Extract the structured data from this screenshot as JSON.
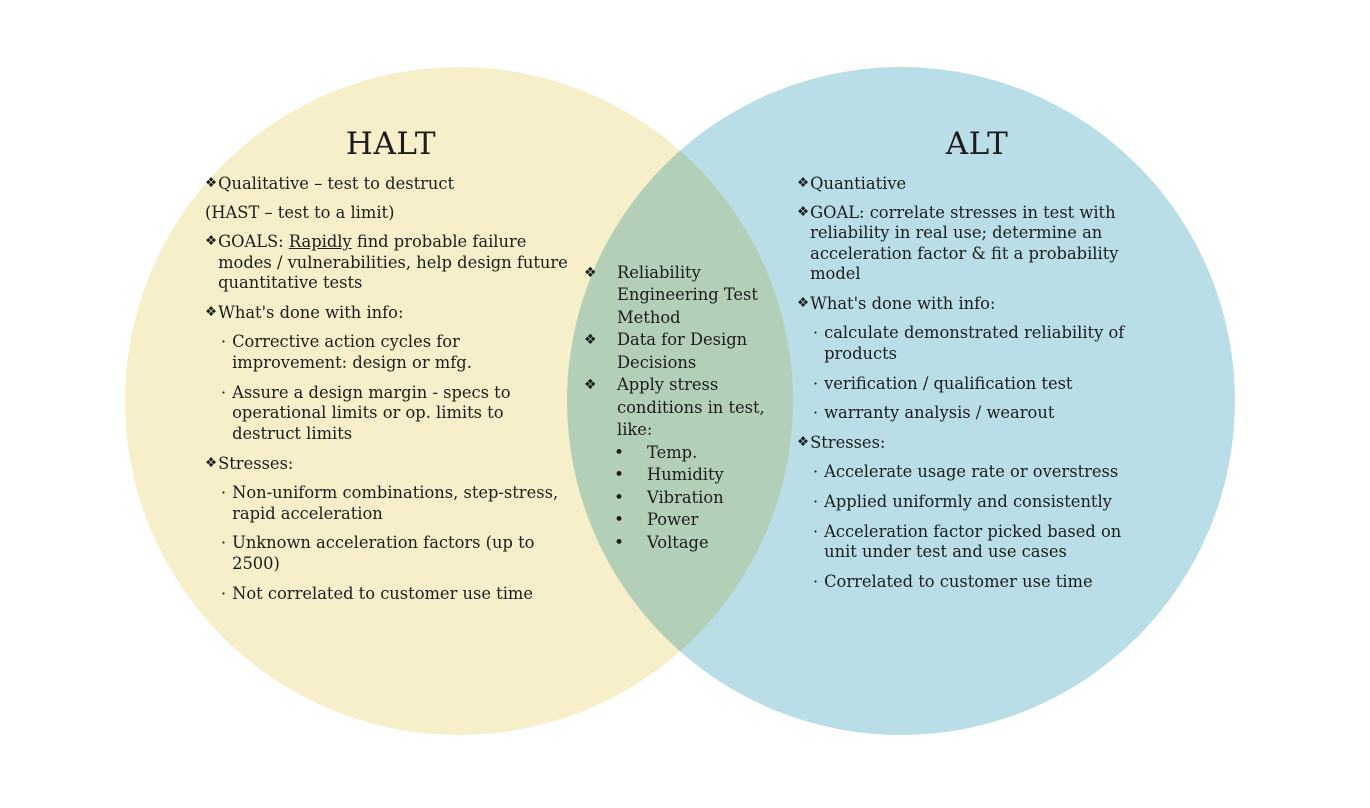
{
  "diagram": {
    "type": "venn",
    "colors": {
      "left_fill": "#f7eeca",
      "right_fill": "#b9dee7",
      "overlap_fill": "#bdd6cd",
      "background": "#ffffff",
      "text": "#1c1c1c"
    },
    "markers": {
      "level1": "❖",
      "level2_side": "·",
      "level2_center": "•"
    }
  },
  "left": {
    "title": "HALT",
    "items": [
      {
        "level": 1,
        "text": "Qualitative – test to destruct"
      },
      {
        "level": 0,
        "text": "(HAST – test to a limit)"
      },
      {
        "level": 1,
        "text": "GOALS: ",
        "underline": "Rapidly",
        "text_after": " find probable failure modes / vulnerabilities, help design future quantitative tests"
      },
      {
        "level": 1,
        "text": "What's done with info:"
      },
      {
        "level": 2,
        "text": "Corrective action cycles for improvement: design or mfg."
      },
      {
        "level": 2,
        "text": "Assure a design margin - specs to operational limits or op. limits to destruct limits"
      },
      {
        "level": 1,
        "text": "Stresses:"
      },
      {
        "level": 2,
        "text": "Non-uniform combinations, step-stress, rapid acceleration"
      },
      {
        "level": 2,
        "text": "Unknown acceleration factors (up to 2500)"
      },
      {
        "level": 2,
        "text": "Not correlated to customer use time"
      }
    ]
  },
  "center": {
    "title": "",
    "items": [
      {
        "level": 1,
        "text": "Reliability Engineering Test Method"
      },
      {
        "level": 1,
        "text": "Data for Design Decisions"
      },
      {
        "level": 1,
        "text": "Apply stress conditions in test, like:"
      },
      {
        "level": 2,
        "text": "Temp."
      },
      {
        "level": 2,
        "text": "Humidity"
      },
      {
        "level": 2,
        "text": "Vibration"
      },
      {
        "level": 2,
        "text": "Power"
      },
      {
        "level": 2,
        "text": "Voltage"
      }
    ]
  },
  "right": {
    "title": "ALT",
    "items": [
      {
        "level": 1,
        "text": "Quantiative"
      },
      {
        "level": 1,
        "text": "GOAL: correlate stresses in test with reliability in real use; determine an acceleration factor & fit a probability model"
      },
      {
        "level": 1,
        "text": "What's done with info:"
      },
      {
        "level": 2,
        "text": "calculate demonstrated reliability of products"
      },
      {
        "level": 2,
        "text": "verification / qualification test"
      },
      {
        "level": 2,
        "text": "warranty analysis / wearout"
      },
      {
        "level": 1,
        "text": "Stresses:"
      },
      {
        "level": 2,
        "text": "Accelerate usage rate or overstress"
      },
      {
        "level": 2,
        "text": "Applied uniformly and consistently"
      },
      {
        "level": 2,
        "text": "Acceleration factor picked based on unit under test and use cases"
      },
      {
        "level": 2,
        "text": "Correlated to customer use time"
      }
    ]
  }
}
